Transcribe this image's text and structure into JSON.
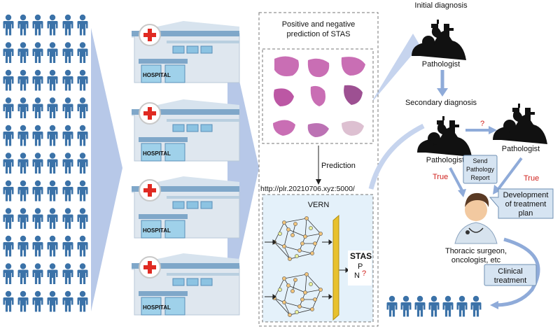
{
  "hospital_label": "HOSPITAL",
  "panel": {
    "title_line1": "Positive and negative",
    "title_line2": "prediction of STAS",
    "arrow_label": "Prediction",
    "url": "http://plr.20210706.xyz:5000/",
    "model_name": "VERN",
    "output_title": "STAS",
    "output_p": "P",
    "output_n": "N",
    "question": "?"
  },
  "workflow": {
    "initial_diagnosis": "Initial diagnosis",
    "pathologist_1": "Pathologist",
    "secondary_diagnosis": "Secondary diagnosis",
    "pathologist_2": "Pathologist",
    "pathologist_3": "Pathologist",
    "question": "?",
    "send_report_1": "Send",
    "send_report_2": "Pathology",
    "send_report_3": "Report",
    "true_left": "True",
    "true_right": "True",
    "development_1": "Development",
    "development_2": "of treatment",
    "development_3": "plan",
    "surgeon_1": "Thoracic surgeon,",
    "surgeon_2": "oncologist, etc",
    "clinical_1": "Clinical",
    "clinical_2": "treatment"
  },
  "colors": {
    "person": "#3b72a8",
    "arrow": "#9fb6df",
    "hospital_wall": "#dfe7ef",
    "hospital_roof": "#7fa7c9",
    "cross": "#e02a22",
    "stain": "#c055a8",
    "vern_bg": "#e4f1fa",
    "bar": "#e8c12e"
  },
  "icons": [
    "person-icon",
    "hospital-icon",
    "microscope-pathologist-icon",
    "doctor-icon",
    "graph-network-icon"
  ]
}
